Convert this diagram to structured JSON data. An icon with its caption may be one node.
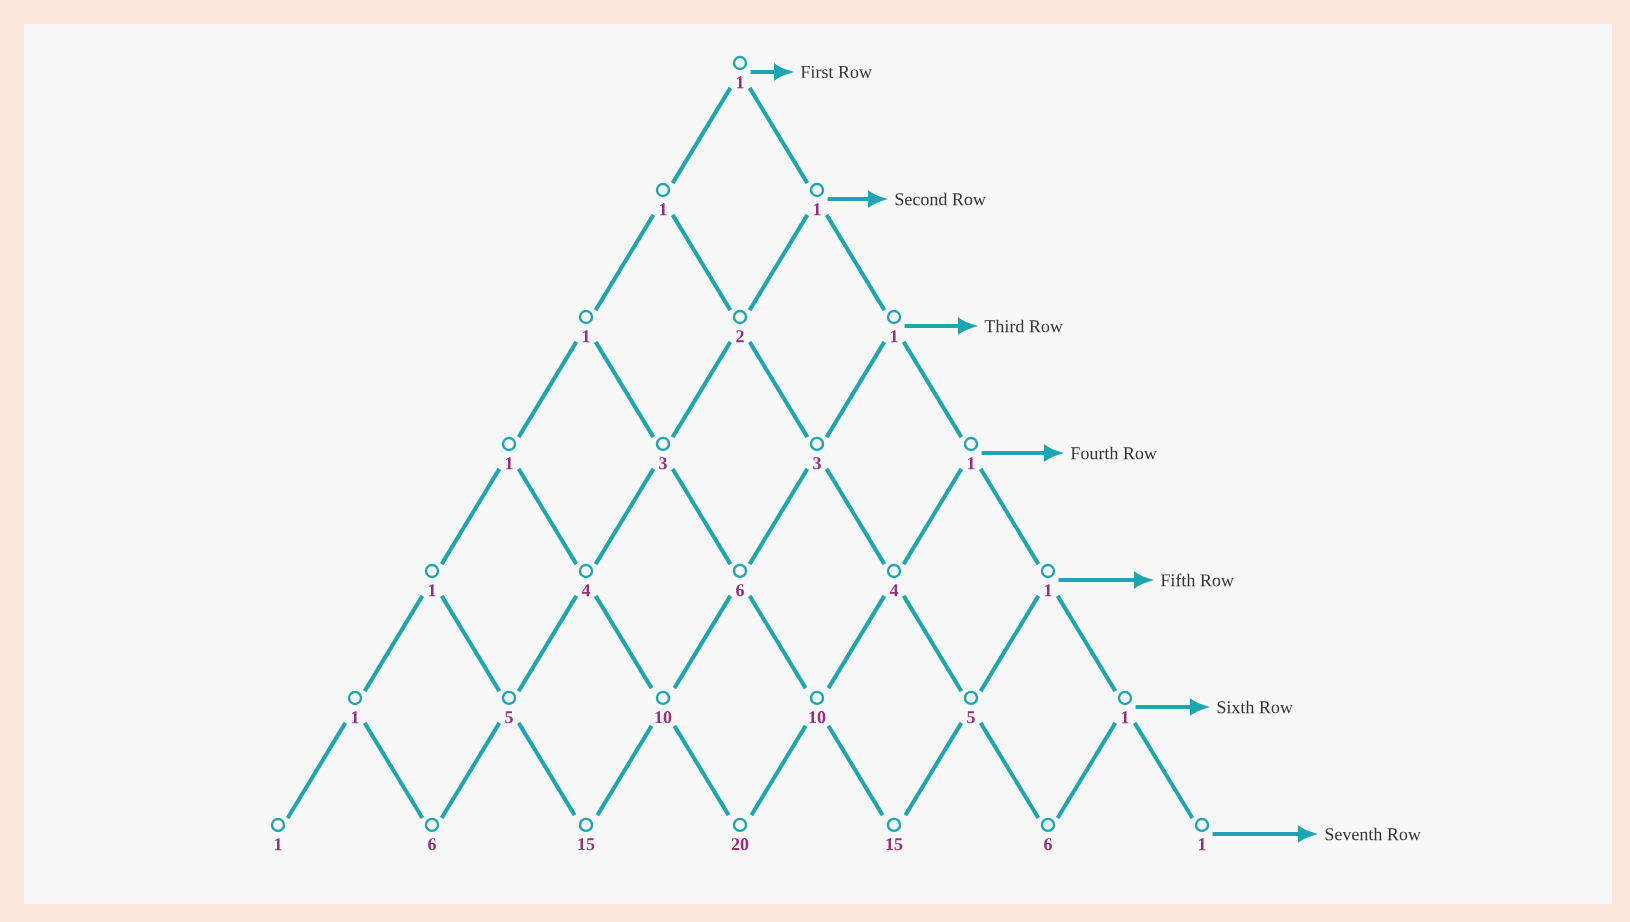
{
  "diagram": {
    "nodes": [
      {
        "text": [
          "1"
        ]
      },
      {
        "text": [
          "First Row"
        ]
      },
      {
        "text": [
          "1"
        ]
      },
      {
        "text": [
          "1"
        ]
      },
      {
        "text": [
          "Second Row"
        ]
      },
      {
        "text": [
          "1"
        ]
      },
      {
        "text": [
          "2"
        ]
      },
      {
        "text": [
          "1"
        ]
      },
      {
        "text": [
          "Third Row"
        ]
      },
      {
        "text": [
          "1"
        ]
      },
      {
        "text": [
          "3"
        ]
      },
      {
        "text": [
          "3"
        ]
      },
      {
        "text": [
          "1"
        ]
      },
      {
        "text": [
          "Fourth Row"
        ]
      },
      {
        "text": [
          "1"
        ]
      },
      {
        "text": [
          "4"
        ]
      },
      {
        "text": [
          "6"
        ]
      },
      {
        "text": [
          "4"
        ]
      },
      {
        "text": [
          "1"
        ]
      },
      {
        "text": [
          "Fifth Row"
        ]
      },
      {
        "text": [
          "1"
        ]
      },
      {
        "text": [
          "5"
        ]
      },
      {
        "text": [
          "10"
        ]
      },
      {
        "text": [
          "10"
        ]
      },
      {
        "text": [
          "5"
        ]
      },
      {
        "text": [
          "1"
        ]
      },
      {
        "text": [
          "Sixth Row"
        ]
      },
      {
        "text": [
          "1"
        ]
      },
      {
        "text": [
          "6"
        ]
      },
      {
        "text": [
          "15"
        ]
      },
      {
        "text": [
          "20"
        ]
      },
      {
        "text": [
          "15"
        ]
      },
      {
        "text": [
          "6"
        ]
      },
      {
        "text": [
          "1"
        ]
      },
      {
        "text": [
          "Seventh Row"
        ]
      }
    ],
    "edges": [
      {
        "from": 0,
        "to": 2,
        "arrow": "none"
      },
      {
        "from": 0,
        "to": 3,
        "arrow": "none"
      },
      {
        "from": 2,
        "to": 5,
        "arrow": "none"
      },
      {
        "from": 2,
        "to": 6,
        "arrow": "none"
      },
      {
        "from": 3,
        "to": 6,
        "arrow": "none"
      },
      {
        "from": 3,
        "to": 7,
        "arrow": "none"
      },
      {
        "from": 5,
        "to": 9,
        "arrow": "none"
      },
      {
        "from": 5,
        "to": 10,
        "arrow": "none"
      },
      {
        "from": 6,
        "to": 10,
        "arrow": "none"
      },
      {
        "from": 6,
        "to": 11,
        "arrow": "none"
      },
      {
        "from": 7,
        "to": 11,
        "arrow": "none"
      },
      {
        "from": 7,
        "to": 12,
        "arrow": "none"
      },
      {
        "from": 9,
        "to": 14,
        "arrow": "none"
      },
      {
        "from": 9,
        "to": 15,
        "arrow": "none"
      },
      {
        "from": 10,
        "to": 15,
        "arrow": "none"
      },
      {
        "from": 10,
        "to": 16,
        "arrow": "none"
      },
      {
        "from": 11,
        "to": 16,
        "arrow": "none"
      },
      {
        "from": 11,
        "to": 17,
        "arrow": "none"
      },
      {
        "from": 12,
        "to": 17,
        "arrow": "none"
      },
      {
        "from": 12,
        "to": 18,
        "arrow": "none"
      },
      {
        "from": 14,
        "to": 20,
        "arrow": "none"
      },
      {
        "from": 14,
        "to": 21,
        "arrow": "none"
      },
      {
        "from": 15,
        "to": 21,
        "arrow": "none"
      },
      {
        "from": 15,
        "to": 22,
        "arrow": "none"
      },
      {
        "from": 16,
        "to": 22,
        "arrow": "none"
      },
      {
        "from": 16,
        "to": 23,
        "arrow": "none"
      },
      {
        "from": 17,
        "to": 23,
        "arrow": "none"
      },
      {
        "from": 17,
        "to": 24,
        "arrow": "none"
      },
      {
        "from": 18,
        "to": 24,
        "arrow": "none"
      },
      {
        "from": 18,
        "to": 25,
        "arrow": "none"
      },
      {
        "from": 20,
        "to": 27,
        "arrow": "none"
      },
      {
        "from": 20,
        "to": 28,
        "arrow": "none"
      },
      {
        "from": 21,
        "to": 28,
        "arrow": "none"
      },
      {
        "from": 21,
        "to": 29,
        "arrow": "none"
      },
      {
        "from": 22,
        "to": 29,
        "arrow": "none"
      },
      {
        "from": 22,
        "to": 30,
        "arrow": "none"
      },
      {
        "from": 23,
        "to": 30,
        "arrow": "none"
      },
      {
        "from": 23,
        "to": 31,
        "arrow": "none"
      },
      {
        "from": 24,
        "to": 31,
        "arrow": "none"
      },
      {
        "from": 24,
        "to": 32,
        "arrow": "none"
      },
      {
        "from": 25,
        "to": 32,
        "arrow": "none"
      },
      {
        "from": 25,
        "to": 33,
        "arrow": "none"
      },
      {
        "from": 0,
        "to": 1,
        "arrow": "to"
      },
      {
        "from": 3,
        "to": 4,
        "arrow": "to"
      },
      {
        "from": 7,
        "to": 8,
        "arrow": "to"
      },
      {
        "from": 12,
        "to": 13,
        "arrow": "to"
      },
      {
        "from": 18,
        "to": 19,
        "arrow": "to"
      },
      {
        "from": 25,
        "to": 26,
        "arrow": "to"
      },
      {
        "from": 33,
        "to": 34,
        "arrow": "to"
      }
    ]
  }
}
